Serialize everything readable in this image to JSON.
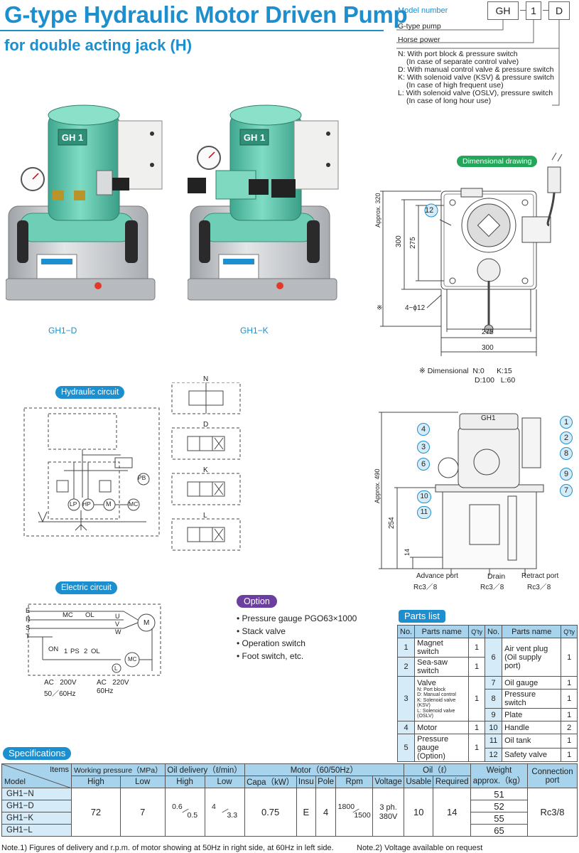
{
  "header": {
    "title": "G-type Hydraulic Motor Driven Pump",
    "subtitle": "for double acting jack (H)"
  },
  "model_number": {
    "label": "Model number",
    "parts": [
      "GH",
      "1",
      "D"
    ],
    "line1": "G-type pump",
    "line2": "Horse power",
    "options": [
      "N: With port block & pressure switch",
      "(In case of separate control valve)",
      "D: With manual control valve & pressure switch",
      "K: With solenoid valve (KSV) & pressure switch",
      "(In case of high frequent use)",
      "L: With solenoid valve (OSLV), pressure switch",
      "(In case of long hour use)"
    ]
  },
  "photos": {
    "left_caption": "GH1−D",
    "right_caption": "GH1−K",
    "motor_label": "GH 1"
  },
  "dimensional_drawing": {
    "label": "Dimensional drawing",
    "dims": {
      "approx320": "Approx. 320",
      "d300v": "300",
      "d275v": "275",
      "holes": "4−ϕ12",
      "mark": "※",
      "d275h": "275",
      "d300h": "300",
      "approx490": "Approx. 490",
      "d254": "254",
      "d14": "14"
    },
    "note_line1": "※ Dimensional  N:0      K:15",
    "note_line2": "D:100   L:60",
    "side_label": "GH1",
    "ports": {
      "advance": "Advance port",
      "drain": "Drain",
      "retract": "Retract port",
      "advance_size": "Rc3／8",
      "drain_size": "Rc3／8",
      "retract_size": "Rc3／8"
    },
    "callouts": [
      "1",
      "2",
      "3",
      "4",
      "6",
      "7",
      "8",
      "9",
      "10",
      "11",
      "12"
    ]
  },
  "hydraulic_circuit": {
    "label": "Hydraulic circuit",
    "valve_labels": [
      "N",
      "D",
      "K",
      "L"
    ],
    "components": [
      "PB",
      "LP",
      "HP",
      "M",
      "MC"
    ]
  },
  "electric_circuit": {
    "label": "Electric circuit",
    "terminals": [
      "E",
      "R",
      "S",
      "T"
    ],
    "phases": [
      "U",
      "V",
      "W"
    ],
    "labels": [
      "MC",
      "OL",
      "M",
      "ON",
      "1",
      "PS",
      "2",
      "OL",
      "MC",
      "L"
    ],
    "ac_left": "AC   200V",
    "ac_left_hz": "50／60Hz",
    "ac_right": "AC   220V",
    "ac_right_hz": "60Hz"
  },
  "option": {
    "label": "Option",
    "items": [
      "Pressure gauge  PGO63×1000",
      "Stack valve",
      "Operation switch",
      "Foot switch, etc."
    ]
  },
  "parts_list": {
    "label": "Parts list",
    "headers": [
      "No.",
      "Parts name",
      "Q'ty",
      "No.",
      "Parts name",
      "Q'ty"
    ],
    "left": [
      {
        "no": "1",
        "name": "Magnet switch",
        "qty": "1"
      },
      {
        "no": "2",
        "name": "Sea-saw switch",
        "qty": "1"
      },
      {
        "no": "3",
        "name": "Valve",
        "qty": "1"
      },
      {
        "no": "4",
        "name": "Motor",
        "qty": "1"
      },
      {
        "no": "5",
        "name": "Pressure gauge (Option)",
        "qty": "1"
      }
    ],
    "valve_sub": [
      "N: Port block",
      "D: Manual control",
      "K: Solenoid valve (KSV)",
      "L: Solenoid valve (OSLV)"
    ],
    "right": [
      {
        "no": "6",
        "name": "Air vent plug (Oil supply port)",
        "qty": "1"
      },
      {
        "no": "7",
        "name": "Oil gauge",
        "qty": "1"
      },
      {
        "no": "8",
        "name": "Pressure switch",
        "qty": "1"
      },
      {
        "no": "9",
        "name": "Plate",
        "qty": "1"
      },
      {
        "no": "10",
        "name": "Handle",
        "qty": "2"
      },
      {
        "no": "11",
        "name": "Oil tank",
        "qty": "1"
      },
      {
        "no": "12",
        "name": "Safety valve",
        "qty": "1"
      }
    ]
  },
  "specifications": {
    "label": "Specifications",
    "items_label": "Items",
    "model_label": "Model",
    "groups": {
      "working_pressure": "Working pressure（MPa）",
      "oil_delivery": "Oil delivery（ℓ/min）",
      "motor": "Motor（60/50Hz）",
      "oil": "Oil（ℓ）",
      "weight": "Weight approx.（kg）",
      "connection": "Connection port"
    },
    "sub": [
      "High",
      "Low",
      "High",
      "Low",
      "Capa（kW）",
      "Insu",
      "Pole",
      "Rpm",
      "Voltage",
      "Usable",
      "Required"
    ],
    "models": [
      "GH1−N",
      "GH1−D",
      "GH1−K",
      "GH1−L"
    ],
    "pressure_high": "72",
    "pressure_low": "7",
    "delivery_high_a": "0.6",
    "delivery_high_b": "0.5",
    "delivery_low_a": "4",
    "delivery_low_b": "3.3",
    "capa": "0.75",
    "insu": "E",
    "pole": "4",
    "rpm_a": "1800",
    "rpm_b": "1500",
    "voltage_1": "3 ph.",
    "voltage_2": "380V",
    "oil_usable": "10",
    "oil_required": "14",
    "weights": [
      "51",
      "52",
      "55",
      "65"
    ],
    "connection": "Rc3/8"
  },
  "notes": {
    "note1": "Note.1) Figures of delivery and r.p.m. of motor showing at 50Hz in right side, at 60Hz in left side.",
    "note2": "Note.2) Voltage available on request"
  },
  "colors": {
    "accent": "#1d8fce",
    "header_cell": "#a7d3ec",
    "light_cell": "#d5ecf8",
    "motor_green": "#5cc9b0",
    "tank_grey": "#c9ccd0",
    "green_pill": "#23a55a",
    "purple_pill": "#6b3fa0"
  }
}
